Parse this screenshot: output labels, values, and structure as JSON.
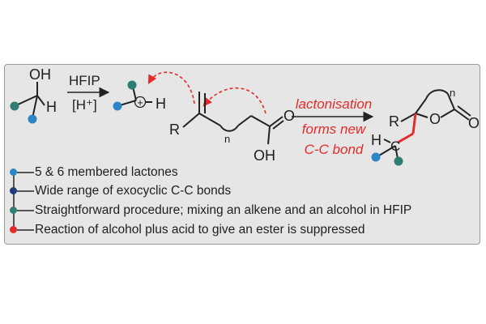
{
  "colors": {
    "teal": "#2f7d73",
    "blue": "#2e86c7",
    "navy": "#1f3d7a",
    "red": "#e32b2b",
    "bond": "#222222",
    "panel": "#e6e6e6"
  },
  "scheme": {
    "left_oh": "OH",
    "left_h": "H",
    "arrow1_top": "HFIP",
    "arrow1_bottom": "[H⁺]",
    "cation_h": "H",
    "cation_charge": "+",
    "r_label": "R",
    "chain_subscript": "n",
    "acid_o": "O",
    "acid_oh": "OH",
    "arrow2_line1": "lactonisation",
    "arrow2_line2": "forms new",
    "arrow2_line3": "C-C bond",
    "product_r": "R",
    "product_ring_o": "O",
    "product_carbonyl_o": "O",
    "product_subscript": "n",
    "product_hc_h": "H",
    "product_hc_c": "C"
  },
  "legend": [
    {
      "text": "5 & 6 membered lactones",
      "color": "#2e86c7"
    },
    {
      "text": "Wide range of exocyclic C-C bonds",
      "color": "#1f3d7a"
    },
    {
      "text": "Straightforward procedure; mixing an alkene and an alcohol in HFIP",
      "color": "#2f7d73"
    },
    {
      "text": "Reaction of alcohol plus acid to give an ester is suppressed",
      "color": "#e32b2b"
    }
  ]
}
